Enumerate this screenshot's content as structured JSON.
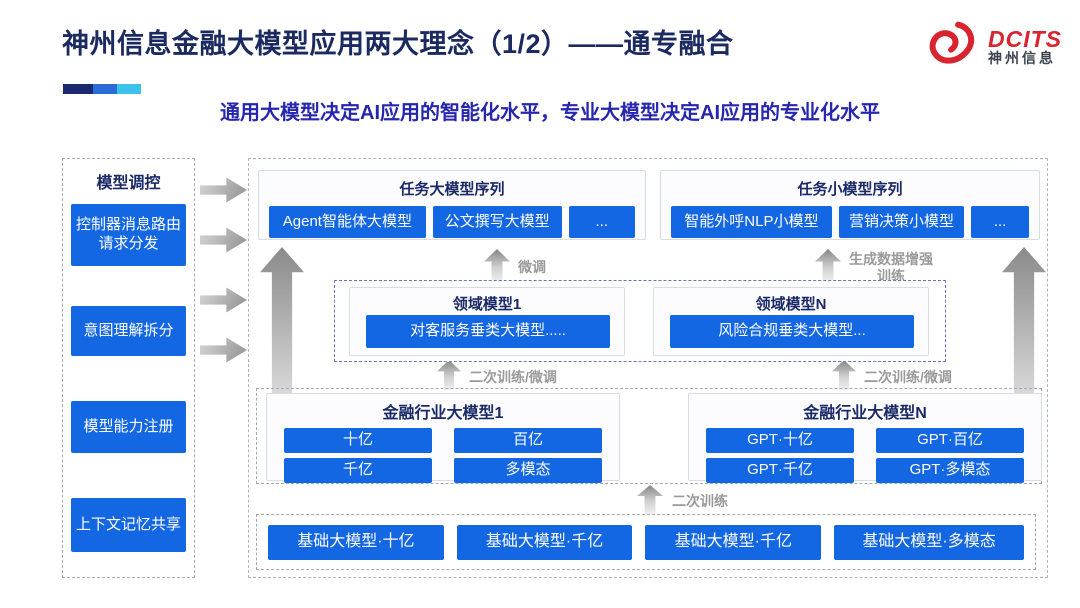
{
  "slide": {
    "title": "神州信息金融大模型应用两大理念（1/2）——通专融合",
    "subtitle": "通用大模型决定AI应用的智能化水平，专业大模型决定AI应用的专业化水平"
  },
  "logo": {
    "brand": "DCITS",
    "company": "神州信息"
  },
  "sidebar": {
    "title": "模型调控",
    "items": [
      "控制器消息路由请求分发",
      "意图理解拆分",
      "模型能力注册",
      "上下文记忆共享"
    ]
  },
  "task_large": {
    "title": "任务大模型序列",
    "items": [
      "Agent智能体大模型",
      "公文撰写大模型",
      "..."
    ]
  },
  "task_small": {
    "title": "任务小模型序列",
    "items": [
      "智能外呼NLP小模型",
      "营销决策小模型",
      "..."
    ]
  },
  "domain_box": {
    "left": {
      "title": "领域模型1",
      "item": "对客服务垂类大模型....."
    },
    "right": {
      "title": "领域模型N",
      "item": "风险合规垂类大模型..."
    }
  },
  "industry": {
    "left": {
      "title": "金融行业大模型1",
      "items": [
        "十亿",
        "百亿",
        "千亿",
        "多模态"
      ]
    },
    "right": {
      "title": "金融行业大模型N",
      "items": [
        "GPT·十亿",
        "GPT·百亿",
        "GPT·千亿",
        "GPT·多模态"
      ]
    }
  },
  "base_row": {
    "items": [
      "基础大模型·十亿",
      "基础大模型·千亿",
      "基础大模型·千亿",
      "基础大模型·多模态"
    ]
  },
  "labels": {
    "finetune": "微调",
    "gen_aug": "生成数据增强训练",
    "retrain_ft_left": "二次训练/微调",
    "retrain_ft_right": "二次训练/微调",
    "retrain": "二次训练"
  },
  "colors": {
    "accent_blue": "#1467E3",
    "navy": "#1B2A66",
    "brand_red": "#D9232E",
    "bar_navy": "#1B2A6E",
    "bar_blue": "#2B6BD8",
    "bar_cyan": "#3CC3EC"
  }
}
